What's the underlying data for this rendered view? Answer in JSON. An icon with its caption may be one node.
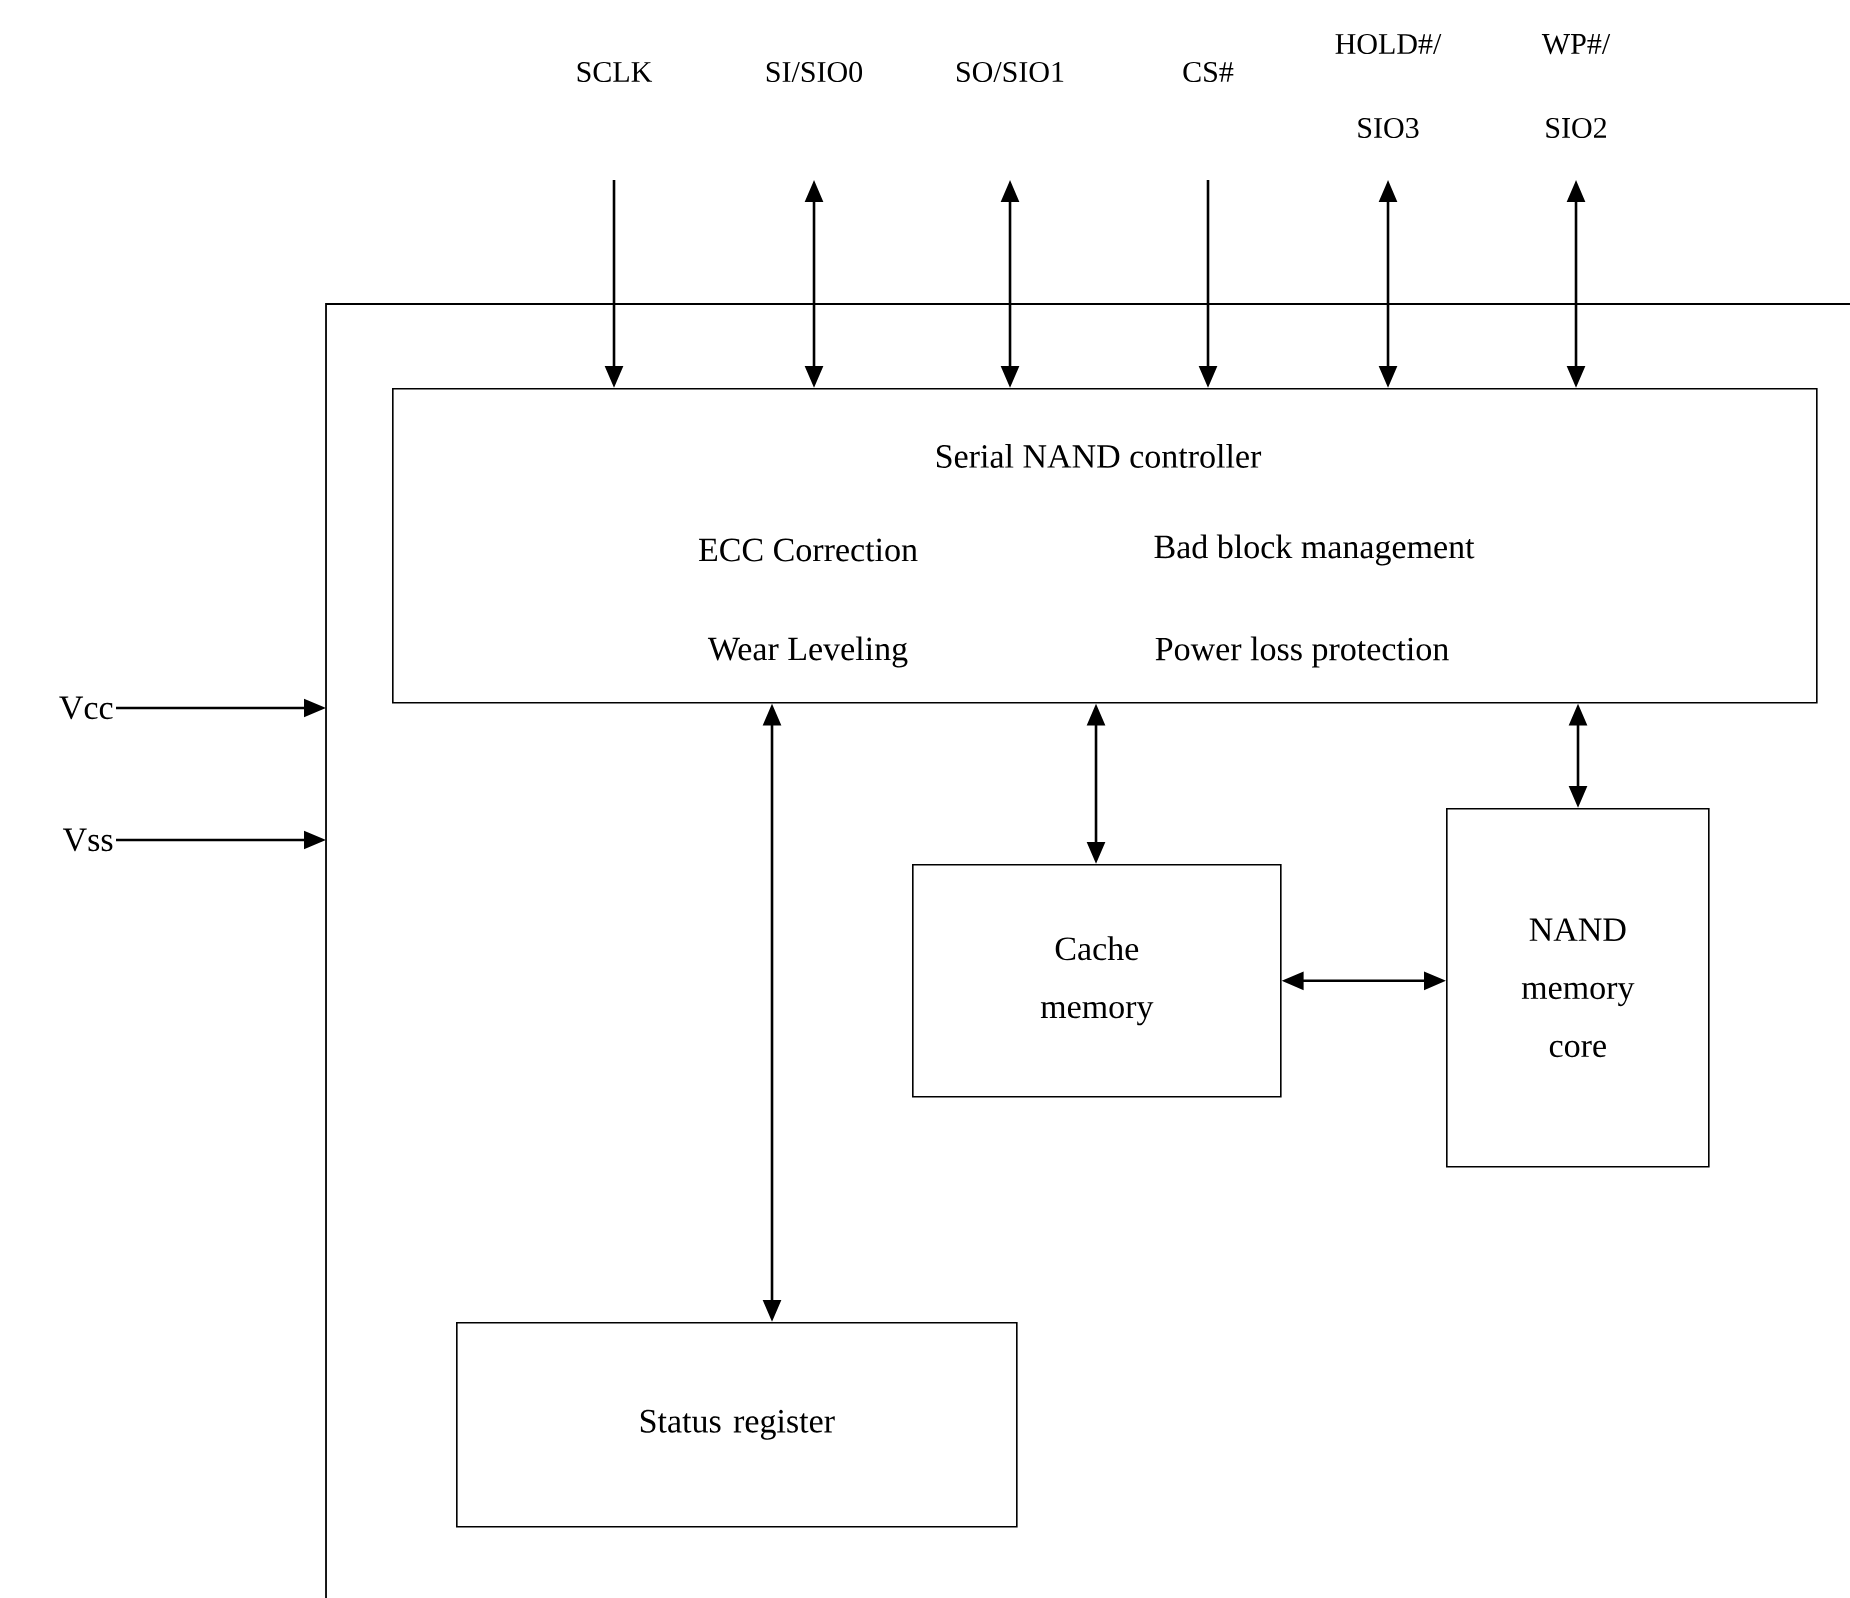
{
  "diagram": {
    "nodes": [
      {
        "text": [
          "SCLK"
        ]
      },
      {
        "text": [
          "SI/SIO0"
        ]
      },
      {
        "text": [
          "SO/SIO1"
        ]
      },
      {
        "text": [
          "CS#"
        ]
      },
      {
        "text": [
          "HOLD#/ SIO3"
        ]
      },
      {
        "text": [
          "WP#/ SIO2"
        ]
      },
      {
        "text": [],
        "shape": "box"
      },
      {
        "text": [
          "Serial NAND controller",
          "ECC Correction",
          "Bad block management",
          "Wear Leveling",
          "Power loss protection"
        ],
        "in": 6
      },
      {
        "text": [
          "Vcc"
        ]
      },
      {
        "text": [
          "Vss"
        ]
      },
      {
        "text": [
          "Cache memory"
        ],
        "in": 6
      },
      {
        "text": [
          "NAND memory core"
        ],
        "in": 6
      },
      {
        "text": [
          "Status register"
        ],
        "in": 6
      }
    ],
    "edges": [
      {
        "from": 0,
        "to": 7,
        "arrow": "to"
      },
      {
        "from": 1,
        "to": 7,
        "arrow": "both"
      },
      {
        "from": 2,
        "to": 7,
        "arrow": "both"
      },
      {
        "from": 3,
        "to": 7,
        "arrow": "to"
      },
      {
        "from": 4,
        "to": 7,
        "arrow": "both"
      },
      {
        "from": 5,
        "to": 7,
        "arrow": "both"
      },
      {
        "from": 8,
        "to": 6,
        "arrow": "to"
      },
      {
        "from": 9,
        "to": 6,
        "arrow": "to"
      },
      {
        "from": 7,
        "to": 12,
        "arrow": "both"
      },
      {
        "from": 7,
        "to": 10,
        "arrow": "both"
      },
      {
        "from": 7,
        "to": 11,
        "arrow": "both"
      },
      {
        "from": 10,
        "to": 11,
        "arrow": "both"
      }
    ]
  }
}
